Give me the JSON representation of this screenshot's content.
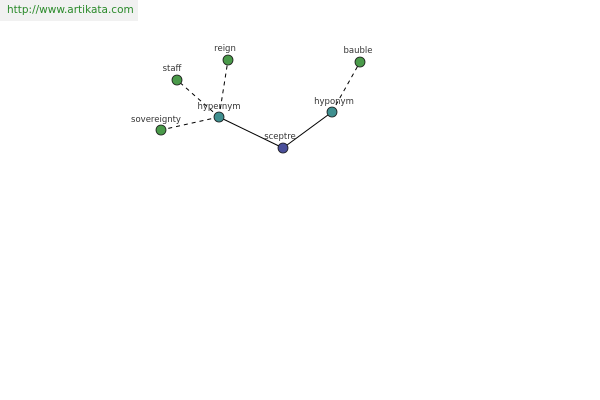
{
  "site": {
    "url": "http://www.artikata.com",
    "color": "#2a8a2a"
  },
  "graph": {
    "colors": {
      "center": "#4a4f9a",
      "relation": "#3f8f8f",
      "leaf": "#4a9a4a",
      "stroke": "#1a1a1a",
      "edge": "#000000"
    },
    "nodes": [
      {
        "id": "sceptre",
        "label": "sceptre",
        "kind": "center"
      },
      {
        "id": "hypernym",
        "label": "hypernym",
        "kind": "relation"
      },
      {
        "id": "hyponym",
        "label": "hyponym",
        "kind": "relation"
      },
      {
        "id": "staff",
        "label": "staff",
        "kind": "leaf"
      },
      {
        "id": "reign",
        "label": "reign",
        "kind": "leaf"
      },
      {
        "id": "sovereignty",
        "label": "sovereignty",
        "kind": "leaf"
      },
      {
        "id": "bauble",
        "label": "bauble",
        "kind": "leaf"
      }
    ],
    "edges": [
      {
        "from": "sceptre",
        "to": "hypernym",
        "style": "solid"
      },
      {
        "from": "sceptre",
        "to": "hyponym",
        "style": "solid"
      },
      {
        "from": "hypernym",
        "to": "staff",
        "style": "dashed"
      },
      {
        "from": "hypernym",
        "to": "reign",
        "style": "dashed"
      },
      {
        "from": "hypernym",
        "to": "sovereignty",
        "style": "dashed"
      },
      {
        "from": "hyponym",
        "to": "bauble",
        "style": "dashed"
      }
    ]
  }
}
